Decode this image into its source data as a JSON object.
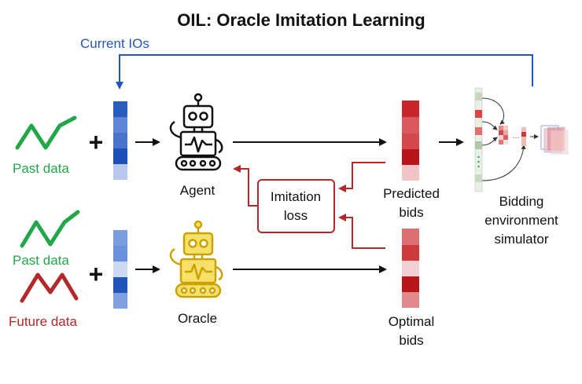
{
  "title": "OIL: Oracle Imitation Learning",
  "current_ios_label": "Current IOs",
  "past_data_label_top": "Past data",
  "past_data_label_bottom": "Past data",
  "future_data_label": "Future data",
  "agent_label": "Agent",
  "oracle_label": "Oracle",
  "imitation_loss_line1": "Imitation",
  "imitation_loss_line2": "loss",
  "predicted_bids_line1": "Predicted",
  "predicted_bids_line2": "bids",
  "optimal_bids_line1": "Optimal",
  "optimal_bids_line2": "bids",
  "simulator_line1": "Bidding",
  "simulator_line2": "environment",
  "simulator_line3": "simulator",
  "plus_sign": "+",
  "ellipsis": "···",
  "colors": {
    "blue": "#2456b8",
    "green": "#22a64a",
    "red": "#b32828",
    "oracle_gold": "#c9a400"
  },
  "icons": [
    "agent-robot-icon",
    "oracle-robot-icon",
    "past-data-sparkline-icon",
    "future-data-sparkline-icon",
    "bidding-simulator-network-icon"
  ]
}
